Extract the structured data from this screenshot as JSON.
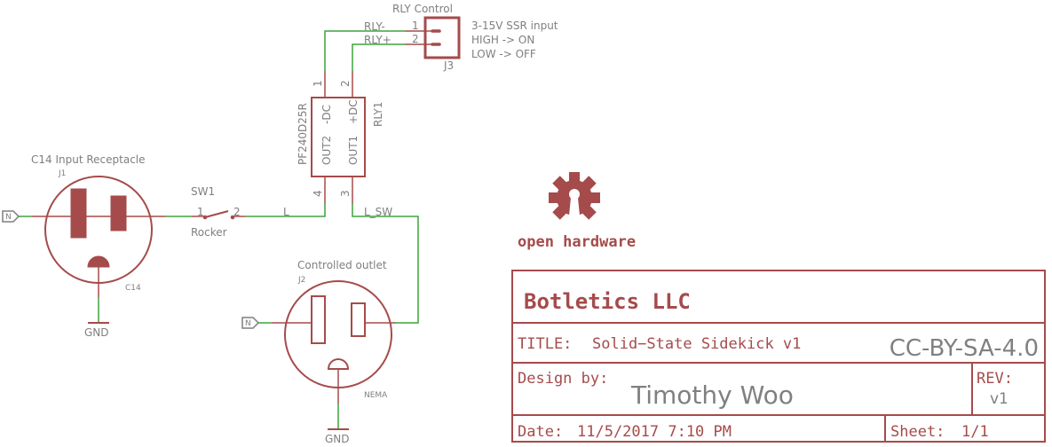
{
  "colors": {
    "symbol": "#a54b4b",
    "net": "#3fa33a",
    "text": "#7f7f7f"
  },
  "j1": {
    "title": "C14 Input Receptacle",
    "ref": "J1",
    "value": "C14",
    "gnd": "GND",
    "net_flag": "N"
  },
  "sw1": {
    "ref": "SW1",
    "value": "Rocker",
    "pin1": "1",
    "pin2": "2"
  },
  "nets": {
    "l": "L",
    "l_sw": "L_SW",
    "rly_minus": "RLY-",
    "rly_plus": "RLY+"
  },
  "rly1": {
    "ref": "RLY1",
    "value": "PF240D25R",
    "pin_minus": "-DC",
    "pin_plus": "+DC",
    "out2": "OUT2",
    "out1": "OUT1",
    "p1": "1",
    "p2": "2",
    "p3": "3",
    "p4": "4"
  },
  "j3": {
    "title": "RLY Control",
    "ref": "J3",
    "pin1": "1",
    "pin2": "2",
    "note": [
      "3-15V SSR input",
      "HIGH -> ON",
      "LOW -> OFF"
    ]
  },
  "j2": {
    "title": "Controlled outlet",
    "ref": "J2",
    "value": "NEMA",
    "gnd": "GND",
    "net_flag": "N"
  },
  "logo": {
    "text": "open hardware",
    "icon": "open-hardware-gear-icon"
  },
  "title_block": {
    "company": "Botletics LLC",
    "title_label": "TITLE:",
    "title": "Solid−State Sidekick v1",
    "license": "CC-BY-SA-4.0",
    "design_label": "Design by:",
    "designer": "Timothy Woo",
    "rev_label": "REV:",
    "rev": "v1",
    "date_label": "Date:",
    "date": "11/5/2017 7:10 PM",
    "sheet_label": "Sheet:",
    "sheet": "1/1"
  }
}
